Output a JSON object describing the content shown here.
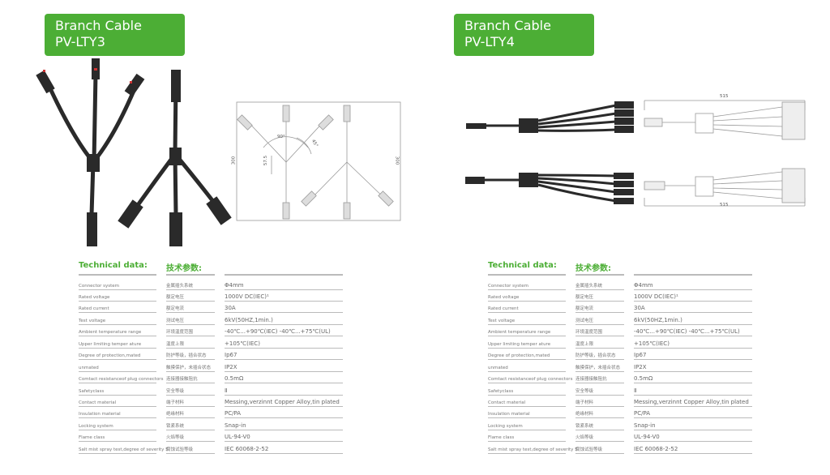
{
  "colors": {
    "accent": "#4cae35",
    "cable": "#2a2a2a",
    "drawing": "#999999"
  },
  "panels": [
    {
      "title_line1": "Branch Cable",
      "title_line2": "PV-LTY3",
      "drawing_labels": {
        "height_left": "300",
        "height_right": "300",
        "branch_height": "57.5",
        "angle1": "90°",
        "angle2": "45°"
      },
      "table_header_en": "Technical data:",
      "table_header_cn": "技术参数:"
    },
    {
      "title_line1": "Branch Cable",
      "title_line2": "PV-LTY4",
      "drawing_labels": {
        "length_top": "515",
        "length_bottom": "515"
      },
      "table_header_en": "Technical data:",
      "table_header_cn": "技术参数:"
    }
  ],
  "rows": [
    {
      "en": "Connector system",
      "cn": "金属插头系统",
      "val": "Φ4mm"
    },
    {
      "en": "Rated voltage",
      "cn": "额定电压",
      "val": "1000V DC(IEC)¹"
    },
    {
      "en": "Rated current",
      "cn": "额定电流",
      "val": "30A"
    },
    {
      "en": "Test voltage",
      "cn": "测试电压",
      "val": "6kV(50HZ,1min.)"
    },
    {
      "en": "Ambient temperature range",
      "cn": "环境温度范围",
      "val": "-40℃...+90℃(IEC)      -40℃...+75℃(UL)"
    },
    {
      "en": "Upper limiting temper ature",
      "cn": "温度上限",
      "val": "+105℃(IEC)"
    },
    {
      "en": "Degree of protection,mated",
      "cn": "防护等级，插合状态",
      "val": "Ip67"
    },
    {
      "en": "unmated",
      "cn": "触摸保护，未插合状态",
      "val": "IP2X"
    },
    {
      "en": "Comtact resistanceof plug connectors",
      "cn": "连接器接触阻抗",
      "val": "0.5mΩ"
    },
    {
      "en": "Safetyclass",
      "cn": "安全等级",
      "val": "Ⅱ"
    },
    {
      "en": "Contact material",
      "cn": "端子材料",
      "val": "Messing,verzinnt     Copper Alloy,tin plated"
    },
    {
      "en": "Insulation material",
      "cn": "绝缘材料",
      "val": "PC/PA"
    },
    {
      "en": "Locking system",
      "cn": "锁紧系统",
      "val": "Snap-in"
    },
    {
      "en": "Flame class",
      "cn": "火焰等级",
      "val": "UL-94-V0"
    },
    {
      "en": "Salt mist spray test,degree of severity 5",
      "cn": "腐蚀试验等级",
      "val": "IEC 60068-2-52"
    }
  ]
}
